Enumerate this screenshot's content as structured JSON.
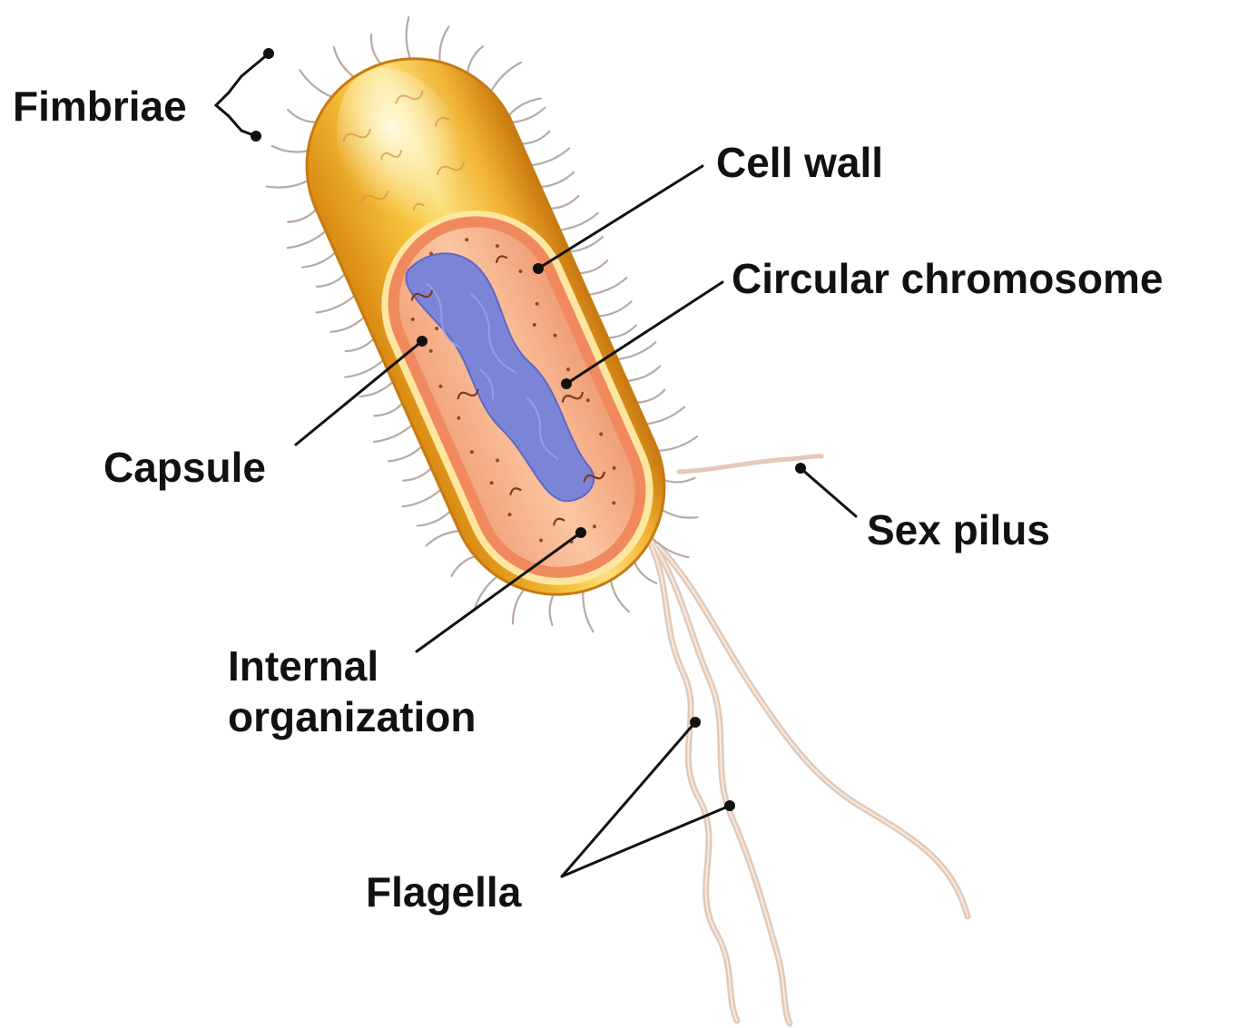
{
  "labels": {
    "fimbriae": "Fimbriae",
    "cell_wall": "Cell wall",
    "circular_chromosome": "Circular chromosome",
    "capsule": "Capsule",
    "sex_pilus": "Sex pilus",
    "internal_organization": [
      "Internal",
      "organization"
    ],
    "flagella": "Flagella"
  },
  "colors": {
    "capsule_outer": "#e8a020",
    "capsule_highlight": "#fff3b0",
    "cell_wall": "#f09a70",
    "cytoplasm": "#f8b892",
    "membrane_band": "#fde9b0",
    "chromosome": "#7a82d6",
    "appendage": "#e6d0c0",
    "leader_line": "#111111"
  }
}
